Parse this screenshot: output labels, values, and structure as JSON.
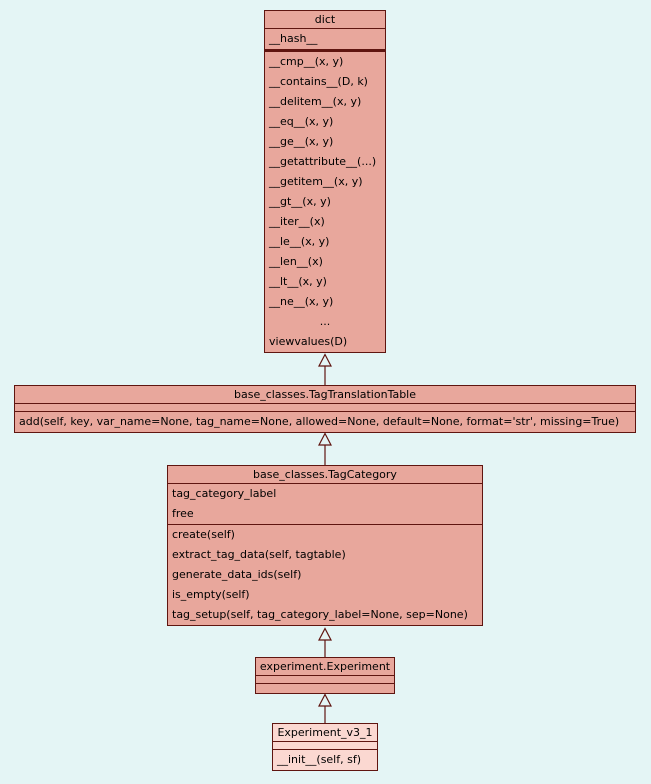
{
  "diagram": {
    "type": "uml-class-inheritance",
    "background": "#e4f5f5",
    "box_fill": "#e8a79c",
    "box_fill_light": "#fbd8d1",
    "border_color": "#5f1510"
  },
  "classes": {
    "dict": {
      "title": "dict",
      "attributes": [
        "__hash__"
      ],
      "methods": [
        "__cmp__(x, y)",
        "__contains__(D, k)",
        "__delitem__(x, y)",
        "__eq__(x, y)",
        "__ge__(x, y)",
        "__getattribute__(...)",
        "__getitem__(x, y)",
        "__gt__(x, y)",
        "__iter__(x)",
        "__le__(x, y)",
        "__len__(x)",
        "__lt__(x, y)",
        "__ne__(x, y)",
        "...",
        "viewvalues(D)"
      ]
    },
    "tag_translation_table": {
      "title": "base_classes.TagTranslationTable",
      "attributes": [],
      "methods": [
        "add(self, key, var_name=None, tag_name=None, allowed=None, default=None, format='str', missing=True)"
      ]
    },
    "tag_category": {
      "title": "base_classes.TagCategory",
      "attributes": [
        "tag_category_label",
        "free"
      ],
      "methods": [
        "create(self)",
        "extract_tag_data(self, tagtable)",
        "generate_data_ids(self)",
        "is_empty(self)",
        "tag_setup(self, tag_category_label=None, sep=None)"
      ]
    },
    "experiment": {
      "title": "experiment.Experiment",
      "attributes": [],
      "methods": []
    },
    "experiment_v3_1": {
      "title": "Experiment_v3_1",
      "attributes": [],
      "methods": [
        "__init__(self, sf)"
      ]
    }
  }
}
